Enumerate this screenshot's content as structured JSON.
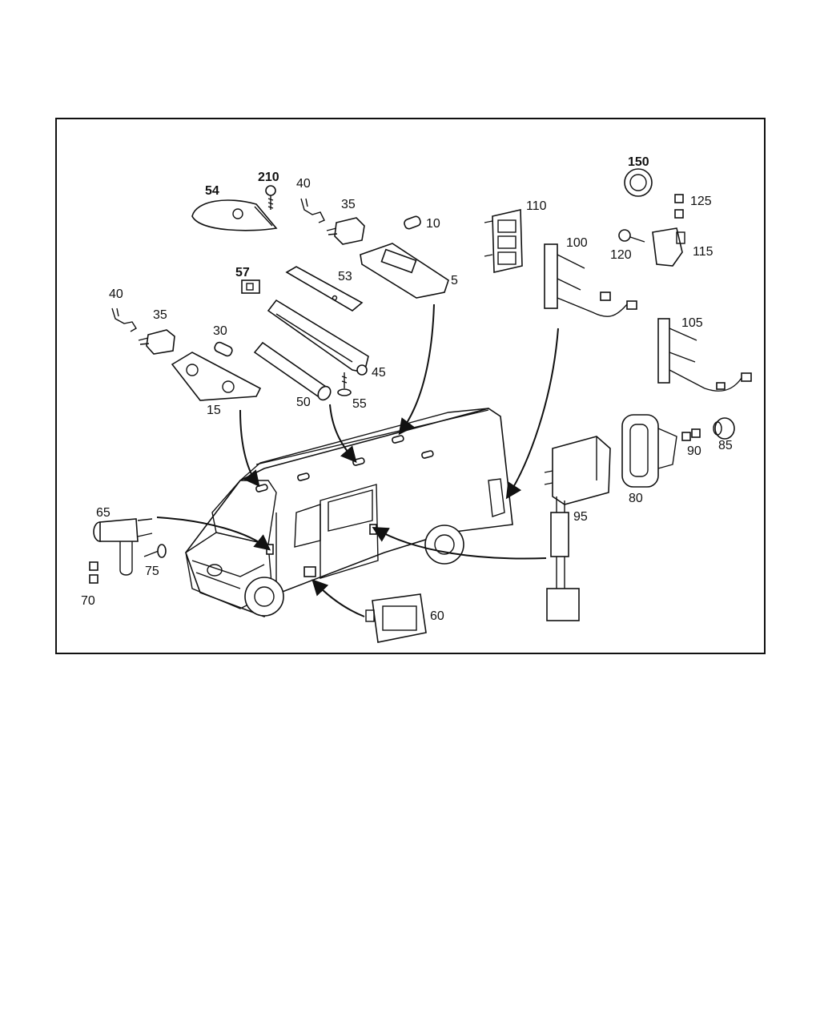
{
  "diagram": {
    "labels": {
      "p54": "54",
      "p210": "210",
      "p40a": "40",
      "p35a": "35",
      "p10": "10",
      "p57": "57",
      "p53": "53",
      "p5": "5",
      "p40b": "40",
      "p35b": "35",
      "p30": "30",
      "p45": "45",
      "p50": "50",
      "p55": "55",
      "p15": "15",
      "p150": "150",
      "p125": "125",
      "p110": "110",
      "p100": "100",
      "p120": "120",
      "p115": "115",
      "p105": "105",
      "p90": "90",
      "p85": "85",
      "p80": "80",
      "p95": "95",
      "p65": "65",
      "p75": "75",
      "p70": "70",
      "p60": "60"
    }
  }
}
